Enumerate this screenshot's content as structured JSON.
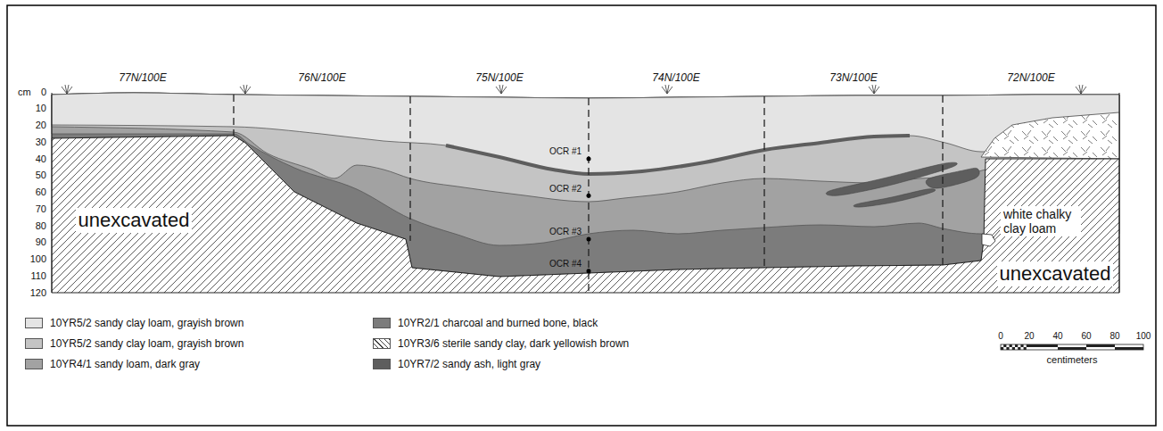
{
  "diagram": {
    "labels": [
      "77N/100E",
      "76N/100E",
      "75N/100E",
      "74N/100E",
      "73N/100E",
      "72N/100E",
      "cm",
      "0",
      "10",
      "20",
      "30",
      "40",
      "50",
      "60",
      "70",
      "80",
      "90",
      "100",
      "110",
      "120",
      "OCR #1",
      "OCR #2",
      "OCR #3",
      "OCR #4",
      "unexcavated",
      "unexcavated",
      "white chalky clay loam",
      "0",
      "20",
      "40",
      "60",
      "80",
      "100",
      "centimeters"
    ],
    "legend": [
      {
        "text": "10YR5/2 sandy clay loam, grayish brown",
        "color": "#e4e4e4"
      },
      {
        "text": "10YR5/2 sandy clay loam, grayish brown",
        "color": "#c4c4c4"
      },
      {
        "text": "10YR4/1 sandy loam, dark gray",
        "color": "#a2a2a2"
      },
      {
        "text": "10YR2/1 charcoal and burned bone, black",
        "color": "#7c7c7c"
      },
      {
        "text": "10YR3/6 sterile sandy clay, dark yellowish brown"
      },
      {
        "text": "10YR7/2 sandy ash, light gray",
        "color": "#5e5e5e"
      }
    ]
  }
}
